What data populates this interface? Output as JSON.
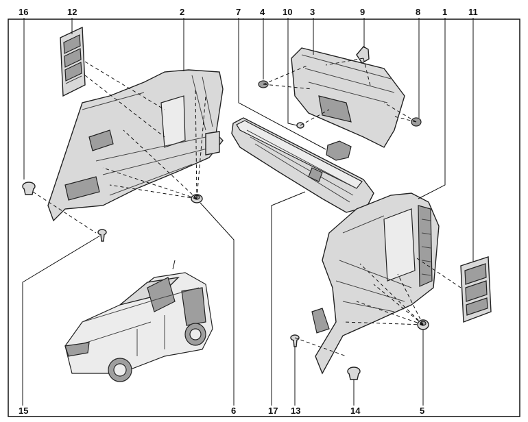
{
  "callouts": {
    "c16": "16",
    "c12": "12",
    "c2": "2",
    "c7": "7",
    "c4": "4",
    "c10": "10",
    "c3": "3",
    "c9": "9",
    "c8": "8",
    "c1": "1",
    "c11": "11",
    "c15": "15",
    "c6": "6",
    "c17": "17",
    "c13": "13",
    "c14": "14",
    "c5": "5"
  }
}
